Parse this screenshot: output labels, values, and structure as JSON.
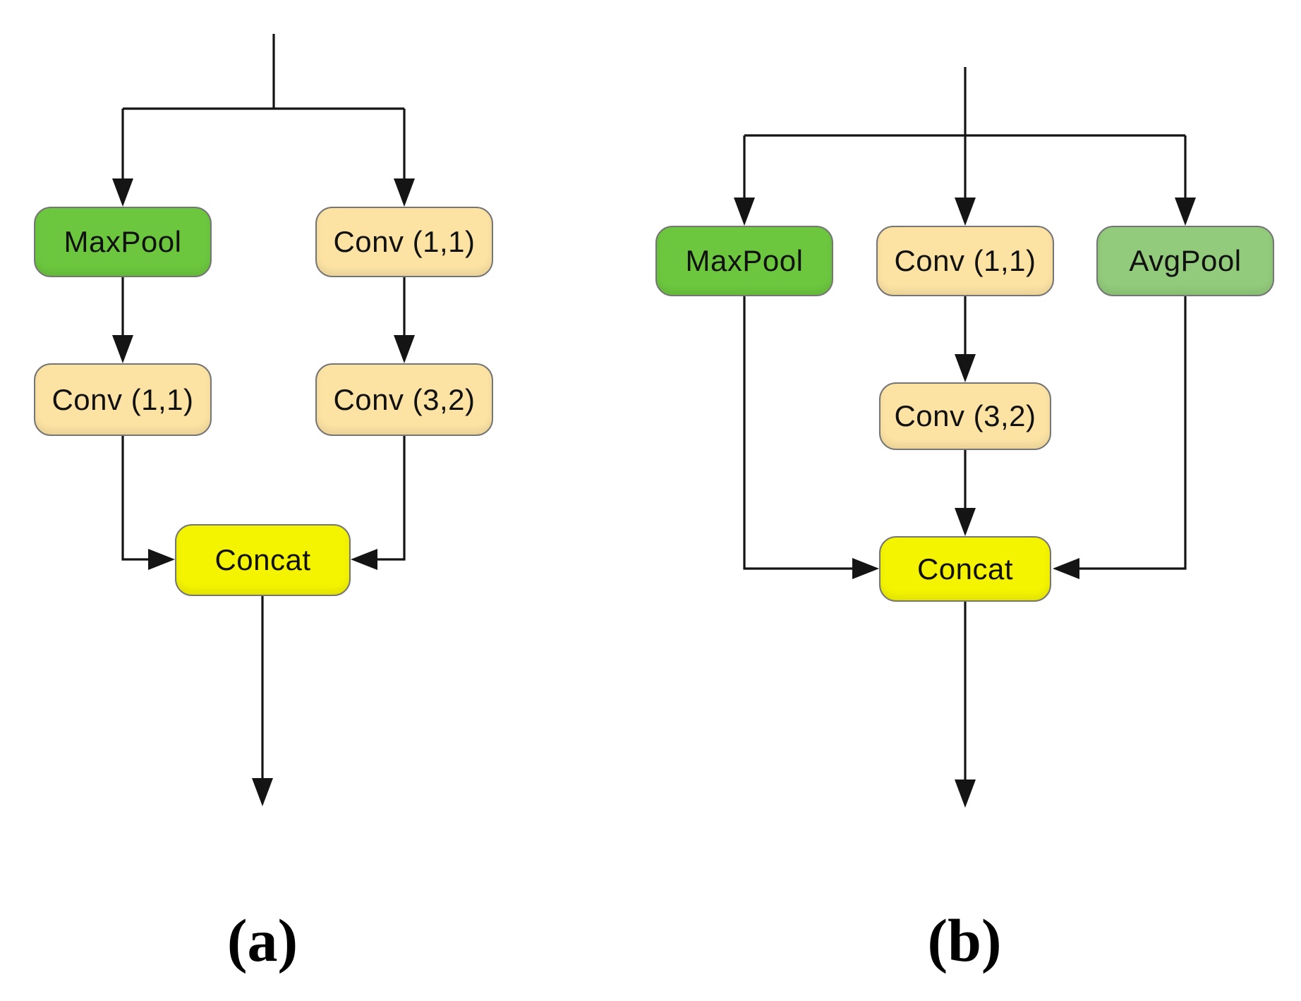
{
  "figure": {
    "colors": {
      "maxpool": "#6cc73e",
      "avgpool": "#92cb7b",
      "conv": "#fce3a4",
      "concat": "#f4f400",
      "line": "#141414",
      "node_border": "#757575",
      "text": "#111111",
      "background": "#ffffff"
    },
    "panels": [
      {
        "label": "(a)",
        "nodes": [
          {
            "label": "MaxPool",
            "type": "maxpool"
          },
          {
            "label": "Conv (1,1)",
            "type": "conv"
          },
          {
            "label": "Conv (1,1)",
            "type": "conv"
          },
          {
            "label": "Conv (3,2)",
            "type": "conv"
          },
          {
            "label": "Concat",
            "type": "concat"
          }
        ]
      },
      {
        "label": "(b)",
        "nodes": [
          {
            "label": "MaxPool",
            "type": "maxpool"
          },
          {
            "label": "Conv (1,1)",
            "type": "conv"
          },
          {
            "label": "AvgPool",
            "type": "avgpool"
          },
          {
            "label": "Conv (3,2)",
            "type": "conv"
          },
          {
            "label": "Concat",
            "type": "concat"
          }
        ]
      }
    ]
  }
}
